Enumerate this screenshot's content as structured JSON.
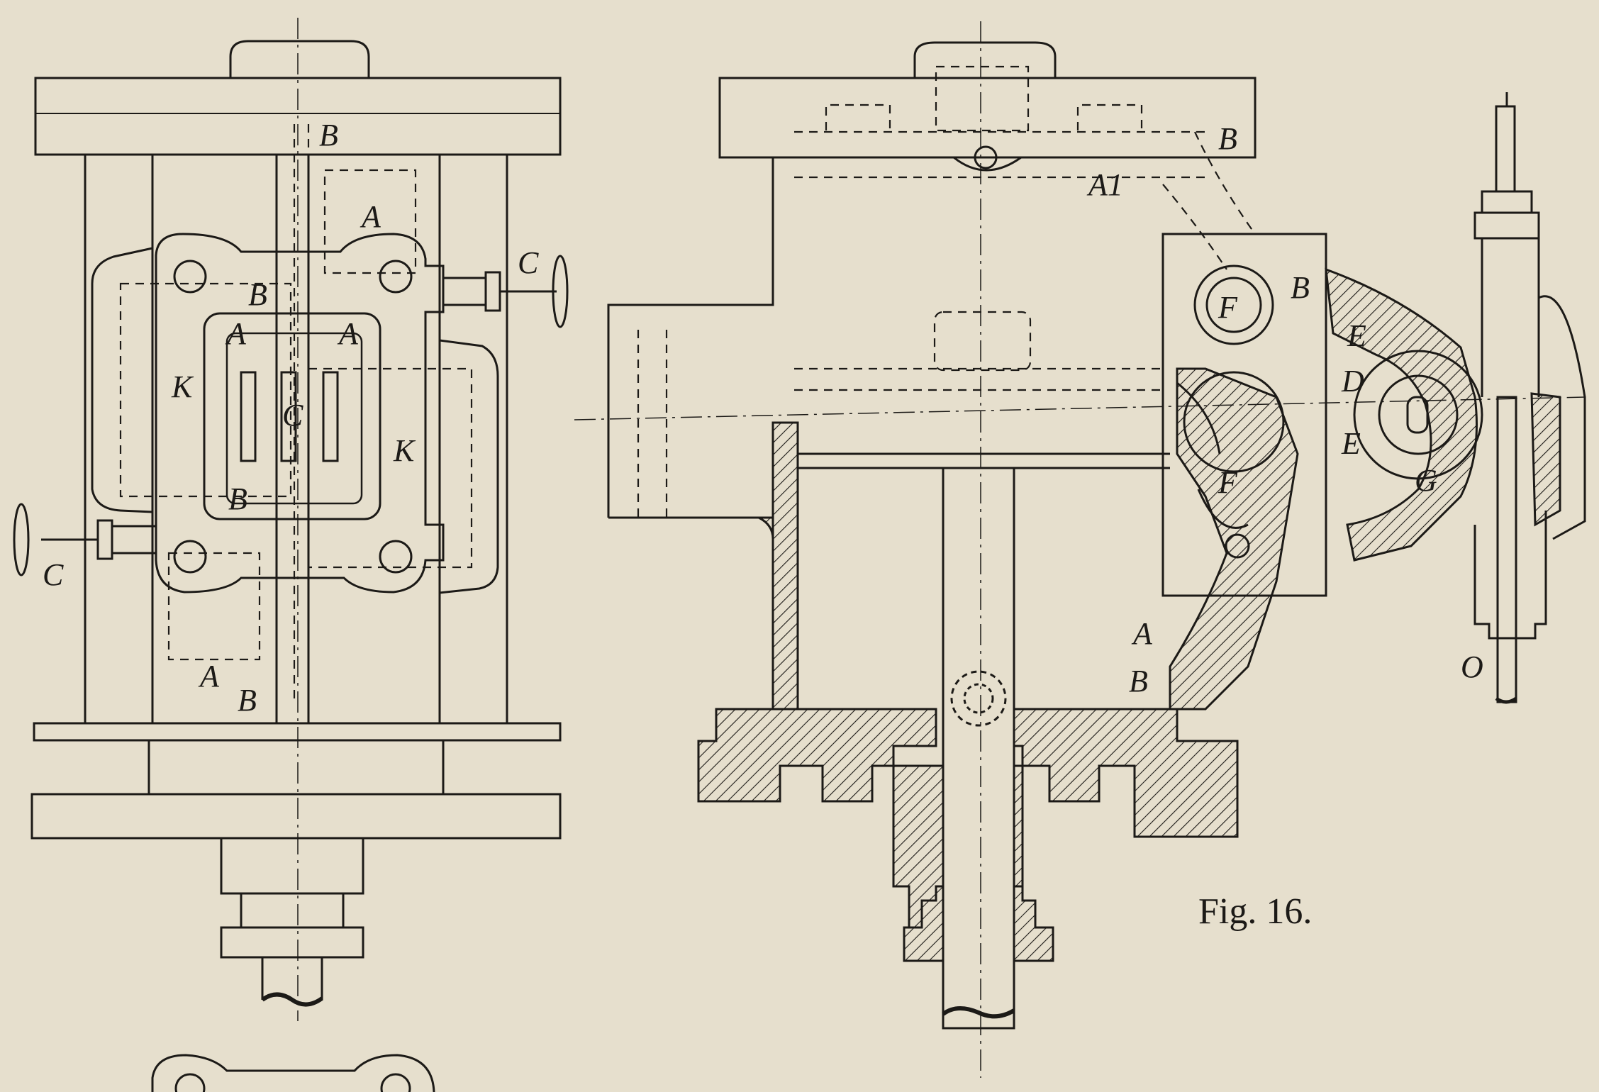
{
  "caption": "Fig. 16.",
  "colors": {
    "paper": "#e6dfcd",
    "ink": "#1c1a17"
  },
  "labels": {
    "left": {
      "b_top": "B",
      "a_upper": "A",
      "c_right": "C",
      "b_valve": "B",
      "a_valve_left": "A",
      "a_valve_right": "A",
      "k_left": "K",
      "c_center": "C",
      "k_right": "K",
      "b_lower": "B",
      "c_left": "C",
      "a_bottom": "A",
      "b_bottom": "B"
    },
    "right": {
      "b_top": "B",
      "a1": "A1",
      "f_upper": "F",
      "b_mid": "B",
      "e_upper": "E",
      "d": "D",
      "e_lower": "E",
      "f_lower": "F",
      "g": "G",
      "a_lower": "A",
      "b_lower": "B",
      "o": "O"
    }
  }
}
